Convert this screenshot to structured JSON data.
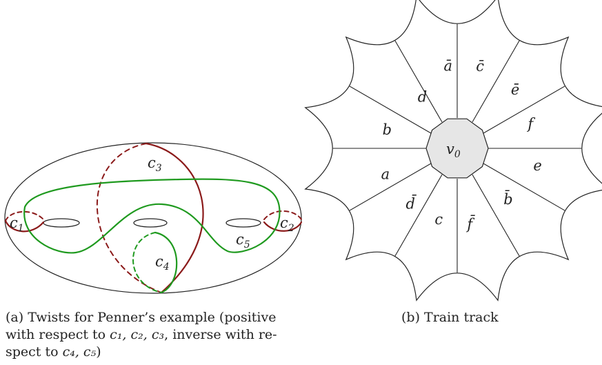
{
  "figure_a": {
    "curves": {
      "c1": {
        "name": "c",
        "sub": "1"
      },
      "c2": {
        "name": "c",
        "sub": "2"
      },
      "c3": {
        "name": "c",
        "sub": "3"
      },
      "c4": {
        "name": "c",
        "sub": "4"
      },
      "c5": {
        "name": "c",
        "sub": "5"
      }
    },
    "caption": {
      "line1": "(a) Twists for Penner’s example (positive",
      "line2_pre": "with respect to ",
      "line2_math": "c₁, c₂, c₃",
      "line2_post": ", inverse with re-",
      "line3_pre": "spect to ",
      "line3_math": "c₄, c₅",
      "line3_post": ")"
    },
    "colors": {
      "red": "#8b1a1a",
      "green": "#1f9a1f",
      "outline": "#222222"
    }
  },
  "figure_b": {
    "vertex": {
      "name": "v",
      "sub": "0"
    },
    "branches": {
      "a_bar": "ā",
      "c_bar": "c̄",
      "d": "d",
      "e_bar": "ē",
      "b": "b",
      "f": "f",
      "a": "a",
      "e": "e",
      "d_bar": "d̄",
      "b_bar": "b̄",
      "c": "c",
      "f_bar": "f̄"
    },
    "caption": "(b) Train track",
    "colors": {
      "vertex_fill": "#e6e6e6",
      "outline": "#222222"
    }
  }
}
